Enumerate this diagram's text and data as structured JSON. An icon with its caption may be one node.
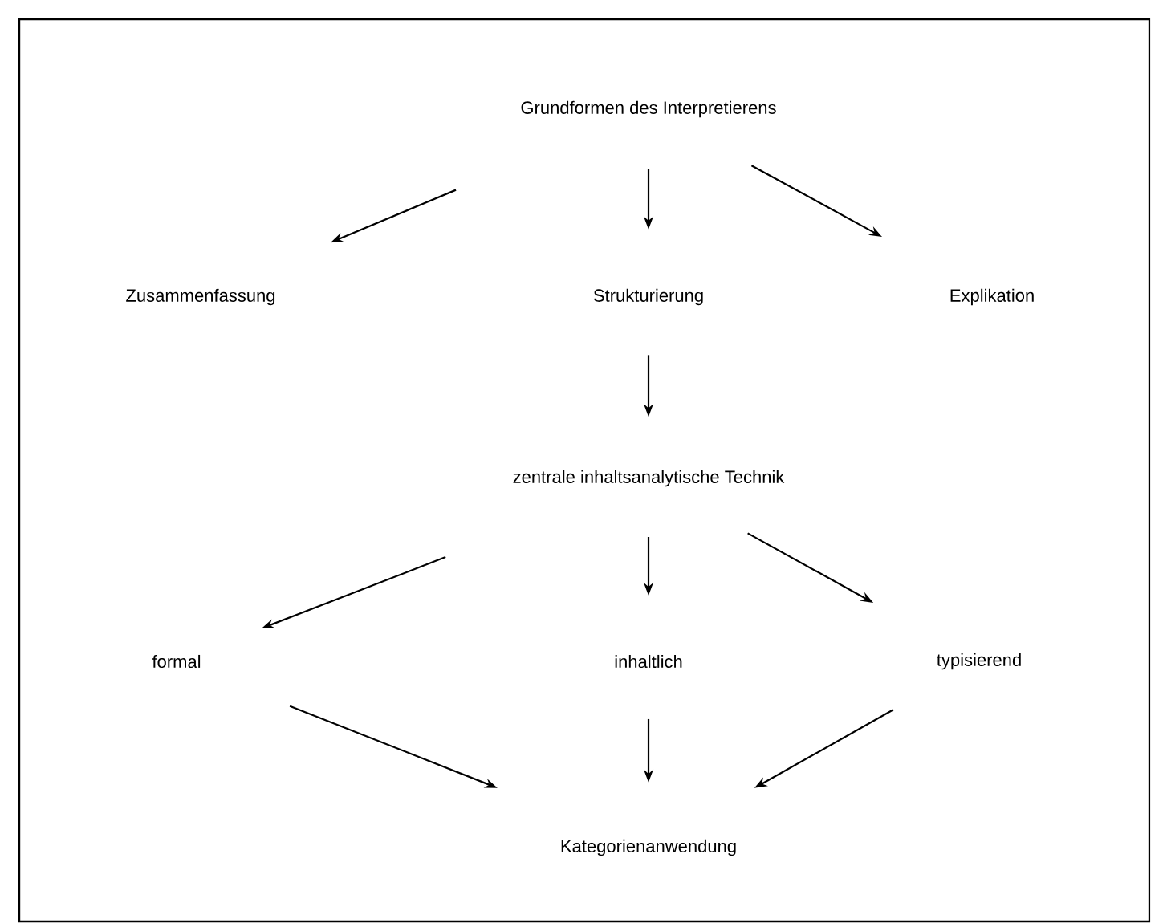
{
  "diagram": {
    "nodes": [
      {
        "text": [
          "Grundformen des Interpretierens"
        ]
      },
      {
        "text": [
          "Zusammenfassung"
        ]
      },
      {
        "text": [
          "Strukturierung"
        ]
      },
      {
        "text": [
          "Explikation"
        ]
      },
      {
        "text": [
          "zentrale inhaltsanalytische Technik"
        ]
      },
      {
        "text": [
          "formal"
        ]
      },
      {
        "text": [
          "inhaltlich"
        ]
      },
      {
        "text": [
          "typisierend"
        ]
      },
      {
        "text": [
          "Kategorienanwendung"
        ]
      }
    ],
    "edges": [
      {
        "from": 0,
        "to": 1,
        "arrow": "to"
      },
      {
        "from": 0,
        "to": 2,
        "arrow": "to"
      },
      {
        "from": 0,
        "to": 3,
        "arrow": "to"
      },
      {
        "from": 2,
        "to": 4,
        "arrow": "to"
      },
      {
        "from": 4,
        "to": 5,
        "arrow": "to"
      },
      {
        "from": 4,
        "to": 6,
        "arrow": "to"
      },
      {
        "from": 4,
        "to": 7,
        "arrow": "to"
      },
      {
        "from": 5,
        "to": 8,
        "arrow": "to"
      },
      {
        "from": 6,
        "to": 8,
        "arrow": "to"
      },
      {
        "from": 7,
        "to": 8,
        "arrow": "to"
      }
    ]
  }
}
